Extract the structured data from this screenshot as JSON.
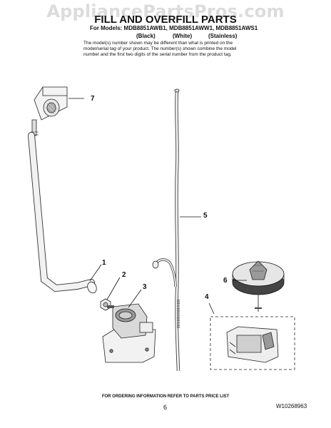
{
  "watermark": "AppliancePartsPros.com",
  "title": "FILL AND OVERFILL PARTS",
  "models_line": "For Models: MDB8851AWB1, MDB8851AWW1, MDB8851AWS1",
  "variants": [
    "(Black)",
    "(White)",
    "(Stainless)"
  ],
  "note": "The model(s) number shown may be different than what is printed on the model/serial tag of your product. The number(s) shown combine the model number and the first two digits of the serial number from the product tag.",
  "callouts": [
    "7",
    "5",
    "1",
    "2",
    "3",
    "6",
    "4"
  ],
  "footer_note": "FOR ORDERING INFORMATION REFER TO PARTS PRICE LIST",
  "page_number": "6",
  "doc_number": "W10268963"
}
